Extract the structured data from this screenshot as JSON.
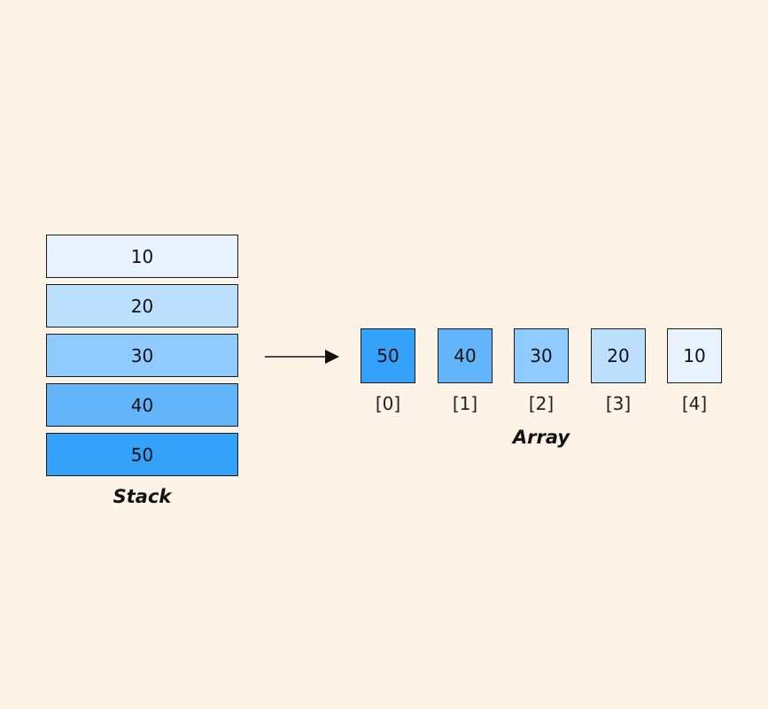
{
  "stack": {
    "label": "Stack",
    "items": [
      {
        "value": "10",
        "color": "#e8f3ff"
      },
      {
        "value": "20",
        "color": "#bde0fe"
      },
      {
        "value": "30",
        "color": "#8fcbff"
      },
      {
        "value": "40",
        "color": "#62b5fb"
      },
      {
        "value": "50",
        "color": "#34a1fb"
      }
    ]
  },
  "array": {
    "label": "Array",
    "items": [
      {
        "value": "50",
        "index": "[0]",
        "color": "#34a1fb"
      },
      {
        "value": "40",
        "index": "[1]",
        "color": "#62b5fb"
      },
      {
        "value": "30",
        "index": "[2]",
        "color": "#8fcbff"
      },
      {
        "value": "20",
        "index": "[3]",
        "color": "#bde0fe"
      },
      {
        "value": "10",
        "index": "[4]",
        "color": "#e8f3ff"
      }
    ]
  },
  "arrow": {
    "icon": "right-arrow-icon"
  },
  "colors": {
    "background": "#fdf3e7",
    "border": "#1a1a1a",
    "text": "#111111"
  }
}
